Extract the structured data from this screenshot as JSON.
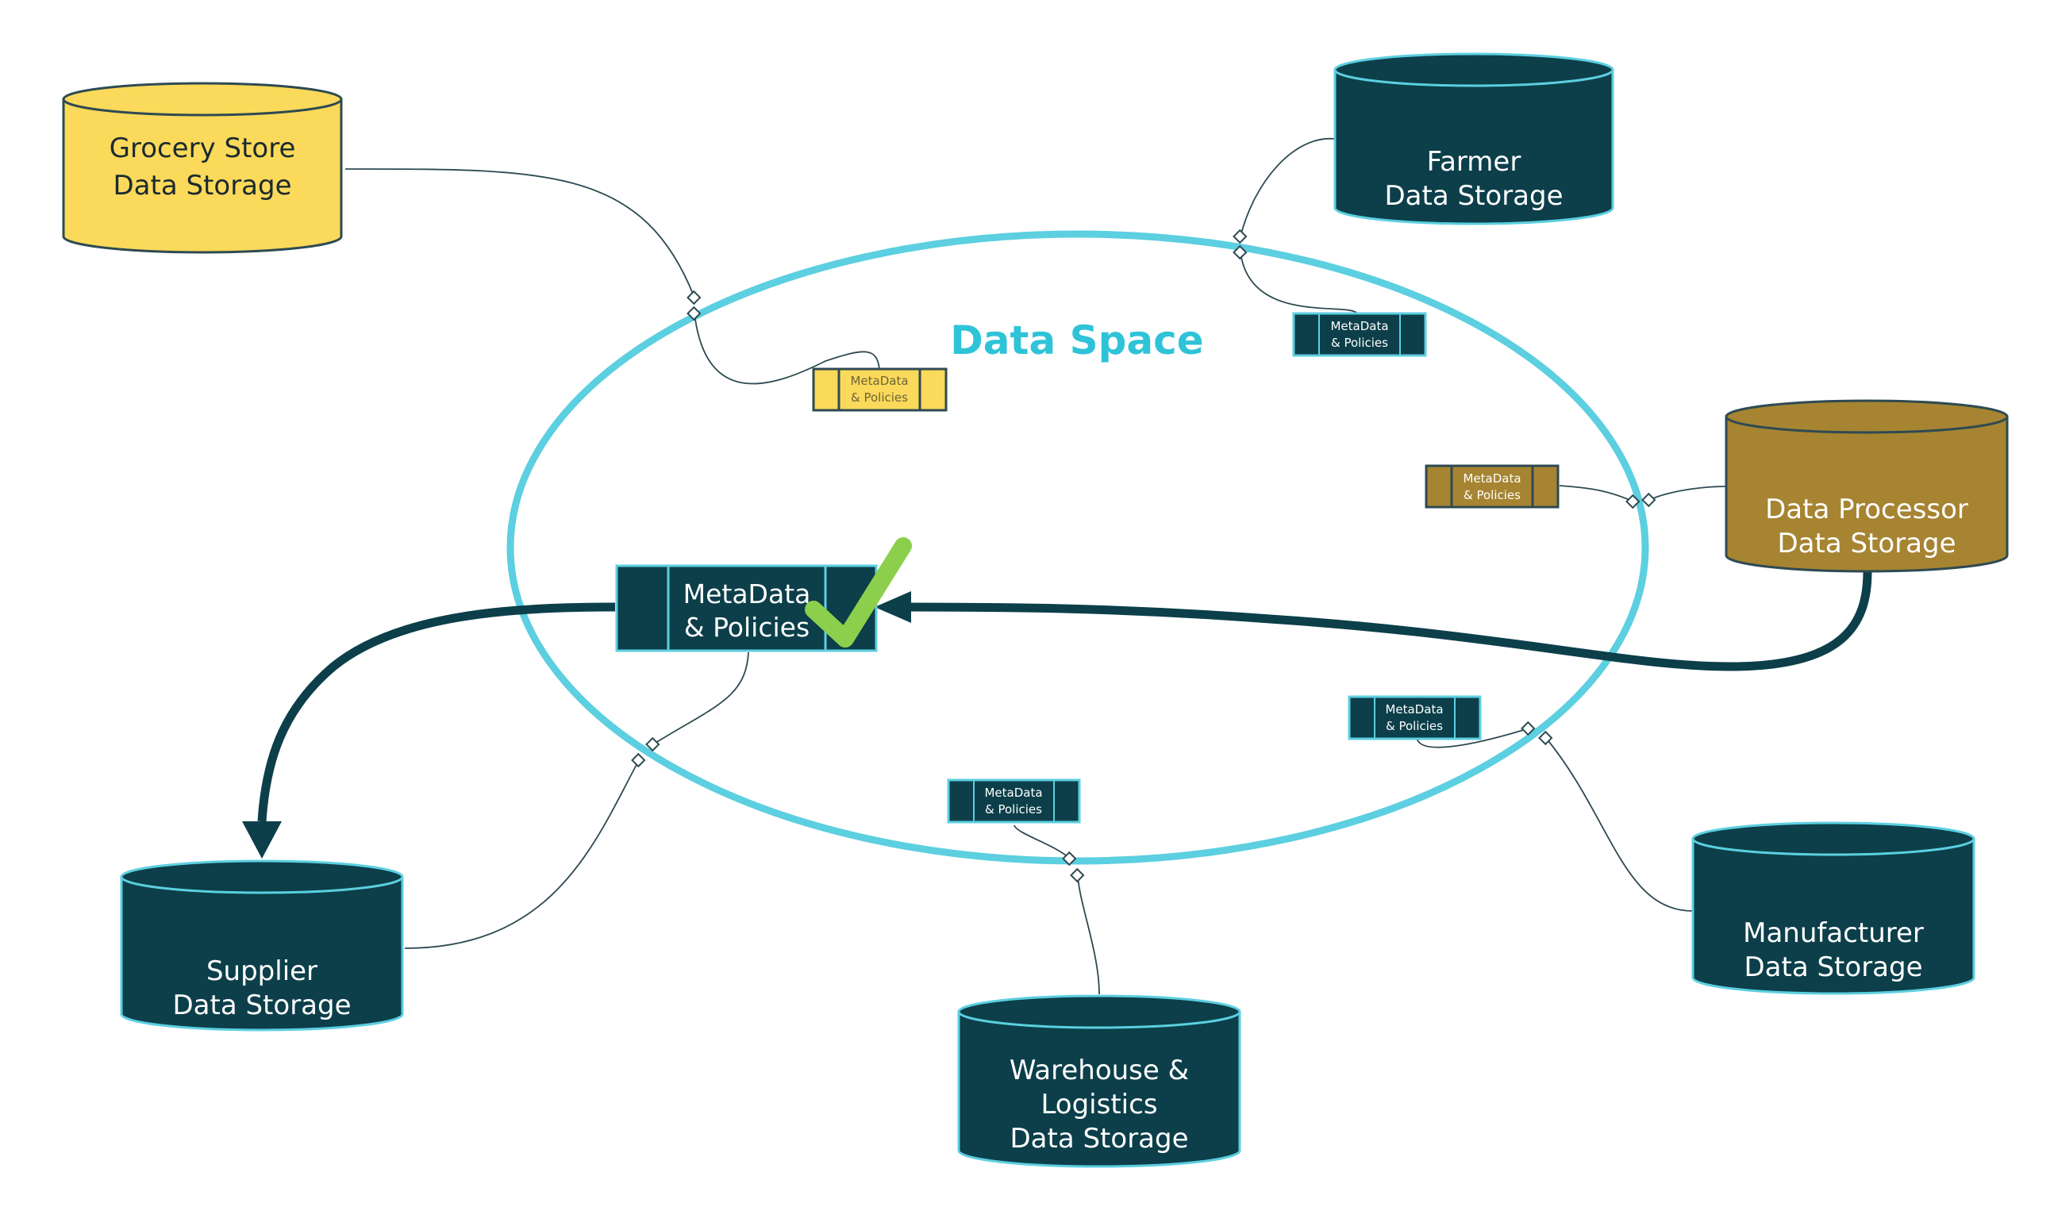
{
  "diagram": {
    "title": "Data Space",
    "colors": {
      "data_space_ring": "#5ccfe0",
      "dark_teal": "#0c3f4a",
      "grocery_yellow": "#fbd95a",
      "processor_brown": "#a68431",
      "check_green": "#8ccf4d",
      "arrow": "#0c3f4a"
    },
    "storages": {
      "grocery": {
        "line1": "Grocery Store",
        "line2": "Data Storage"
      },
      "farmer": {
        "line1": "Farmer",
        "line2": "Data Storage"
      },
      "processor": {
        "line1": "Data Processor",
        "line2": "Data Storage"
      },
      "manufacturer": {
        "line1": "Manufacturer",
        "line2": "Data Storage"
      },
      "warehouse": {
        "line1": "Warehouse &",
        "line2": "Logistics",
        "line3": "Data Storage"
      },
      "supplier": {
        "line1": "Supplier",
        "line2": "Data Storage"
      }
    },
    "metadata_boxes": {
      "grocery": {
        "line1": "MetaData",
        "line2": "& Policies"
      },
      "farmer": {
        "line1": "MetaData",
        "line2": "& Policies"
      },
      "processor": {
        "line1": "MetaData",
        "line2": "& Policies"
      },
      "manufacturer": {
        "line1": "MetaData",
        "line2": "& Policies"
      },
      "warehouse": {
        "line1": "MetaData",
        "line2": "& Policies"
      },
      "central": {
        "line1": "MetaData",
        "line2": "& Policies"
      }
    },
    "icons": {
      "checkmark": "checkmark-icon",
      "arrowhead": "arrowhead-icon"
    }
  }
}
